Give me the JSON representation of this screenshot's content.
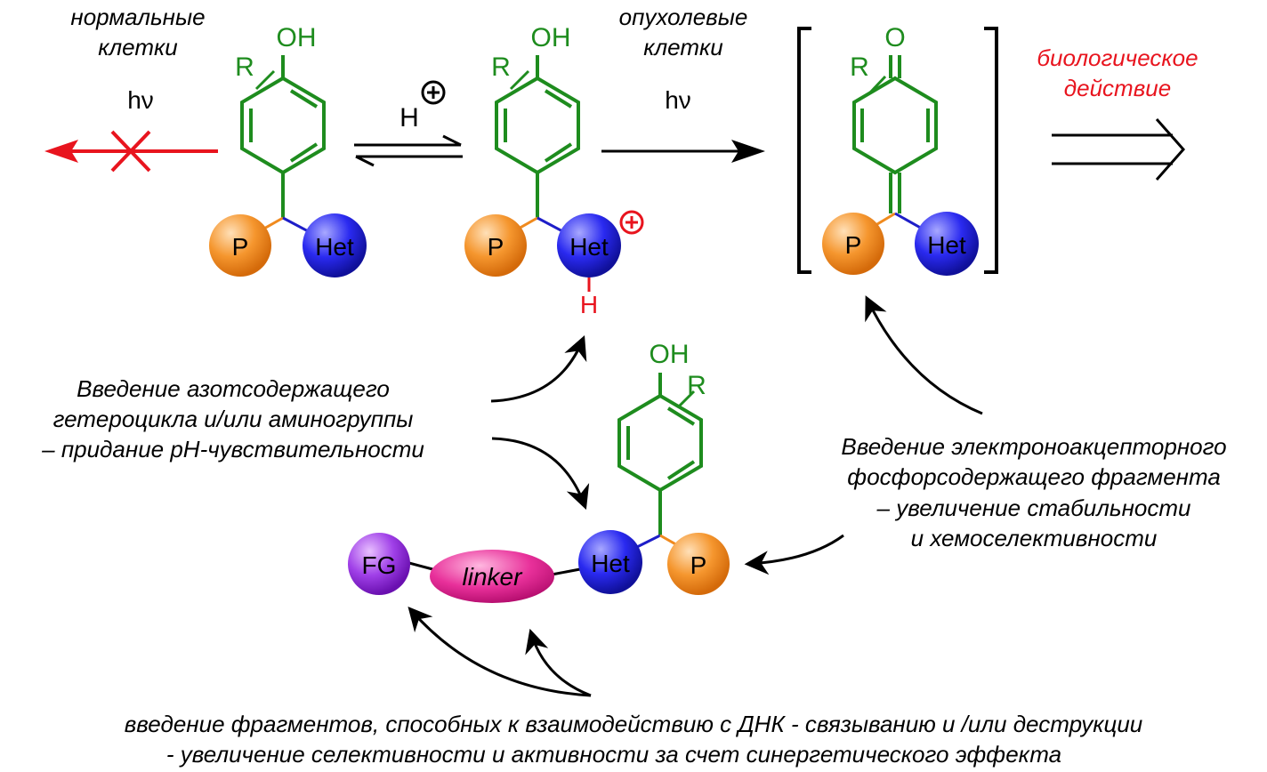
{
  "labels": {
    "normal_cells": [
      "нормальные",
      "клетки"
    ],
    "tumor_cells": [
      "опухолевые",
      "клетки"
    ],
    "hv": "hν",
    "proton_h": "H",
    "bio_action": [
      "биологическое",
      "действие"
    ]
  },
  "atoms": {
    "oh": "OH",
    "o": "O",
    "r": "R",
    "h": "H"
  },
  "spheres": {
    "p": "P",
    "het": "Het",
    "fg": "FG",
    "linker": "linker"
  },
  "notes": {
    "heterocycle": [
      "Введение азотсодержащего",
      "гетероцикла и/или аминогруппы",
      "– придание pH-чувствительности"
    ],
    "phosphorus": [
      "Введение электроноакцепторного",
      "фосфорсодержащего фрагмента",
      "– увеличение стабильности",
      "и хемоселективности"
    ],
    "dna": [
      "введение фрагментов, способных к взаимодействию с ДНК - связыванию и /или деструкции",
      "- увеличение селективности и активности за счет синергетического эффекта"
    ]
  },
  "colors": {
    "green": "#1e8c1e",
    "red": "#e8141e",
    "blue": "#1e1ec8",
    "orange": "#f08a1e",
    "purple": "#9b2fe0",
    "pink": "#e0208c",
    "black": "#000000"
  }
}
